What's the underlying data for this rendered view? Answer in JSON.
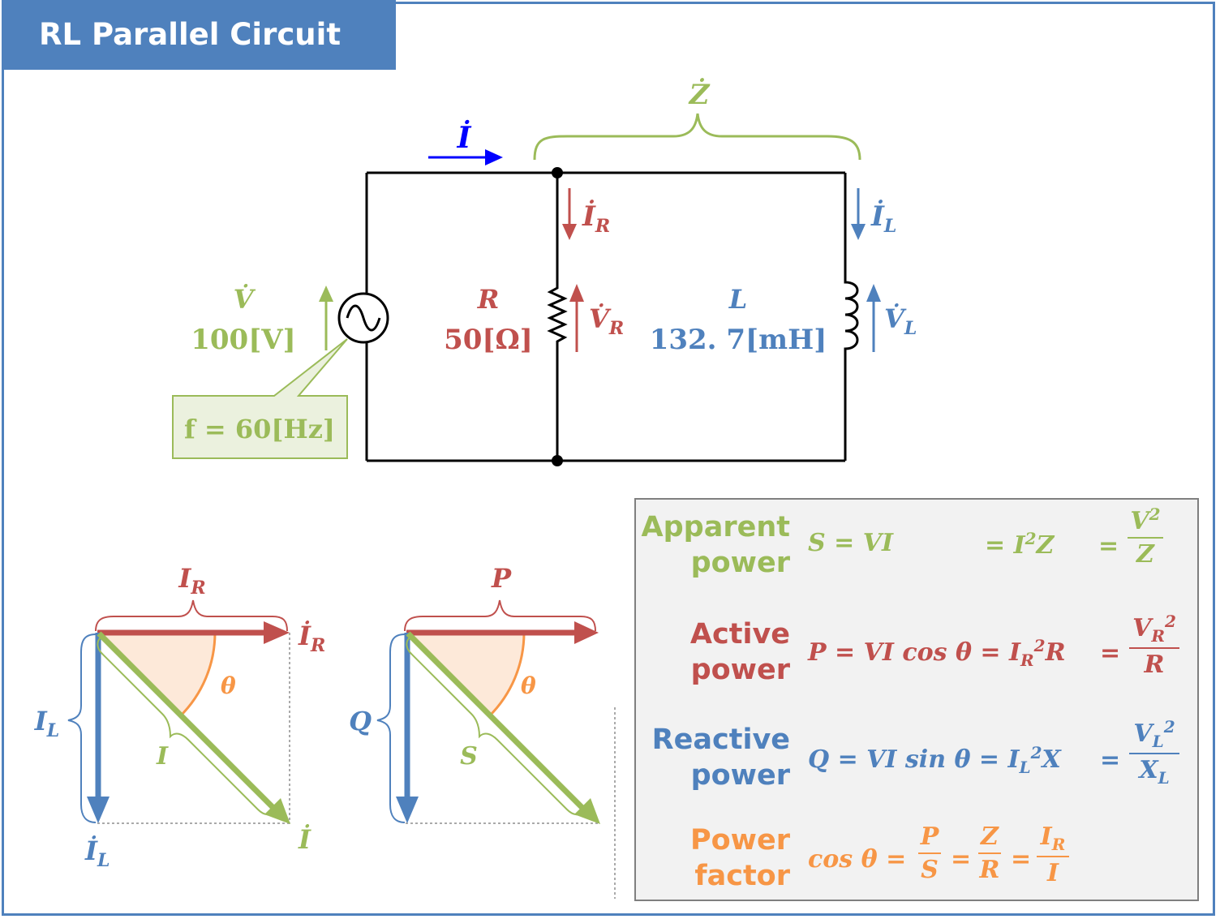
{
  "title": "RL Parallel Circuit",
  "colors": {
    "frame": "#4f81bd",
    "green": "#9bbb59",
    "red": "#c0504d",
    "blue": "#4f81bd",
    "orange": "#f79646",
    "current_arrow": "#0000ff",
    "wire": "#000000",
    "formula_bg": "#f2f2f2",
    "formula_border": "#7f7f7f",
    "callout_bg": "#ebf1de",
    "angle_fill": "#fde9d9"
  },
  "circuit": {
    "impedance_label": "Ż",
    "current_label": "İ",
    "source": {
      "symbol": "V̇",
      "value": "100[V]",
      "frequency": "f = 60[Hz]"
    },
    "resistor": {
      "symbol": "R",
      "value": "50[Ω]",
      "current_label": "İ",
      "current_sub": "R",
      "voltage_label": "V̇",
      "voltage_sub": "R"
    },
    "inductor": {
      "symbol": "L",
      "value": "132. 7[mH]",
      "current_label": "İ",
      "current_sub": "L",
      "voltage_label": "V̇",
      "voltage_sub": "L"
    }
  },
  "current_phasor": {
    "top_brace_label": "I",
    "top_brace_sub": "R",
    "horizontal_tip": "İ",
    "horizontal_tip_sub": "R",
    "left_brace_label": "I",
    "left_brace_sub": "L",
    "vertical_tip": "İ",
    "vertical_tip_sub": "L",
    "diag_brace_label": "I",
    "diag_tip": "İ",
    "angle": "θ"
  },
  "power_phasor": {
    "top_brace_label": "P",
    "left_brace_label": "Q",
    "diag_brace_label": "S",
    "angle": "θ"
  },
  "formulas": {
    "apparent": {
      "label_1": "Apparent",
      "label_2": "power",
      "expr1": "S = VI",
      "expr2_pre": "= I",
      "expr2_sup": "2",
      "expr2_post": "Z",
      "eq": "=",
      "frac_num": "V",
      "frac_num_sup": "2",
      "frac_den": "Z"
    },
    "active": {
      "label_1": "Active",
      "label_2": "power",
      "expr1": "P = VI cos θ = I",
      "expr1_sub": "R",
      "expr1_sup": "2",
      "expr1_post": "R",
      "eq": "=",
      "frac_num": "V",
      "frac_num_sub": "R",
      "frac_num_sup": "2",
      "frac_den": "R"
    },
    "reactive": {
      "label_1": "Reactive",
      "label_2": "power",
      "expr1": "Q = VI sin θ = I",
      "expr1_sub": "L",
      "expr1_sup": "2",
      "expr1_post": "X",
      "eq": "=",
      "frac_num": "V",
      "frac_num_sub": "L",
      "frac_num_sup": "2",
      "frac_den": "X",
      "frac_den_sub": "L"
    },
    "power_factor": {
      "label_1": "Power",
      "label_2": "factor",
      "lhs": "cos θ =",
      "f1_num": "P",
      "f1_den": "S",
      "f2_num": "Z",
      "f2_den": "R",
      "f3_num": "I",
      "f3_num_sub": "R",
      "f3_den": "I",
      "eq": "="
    }
  }
}
